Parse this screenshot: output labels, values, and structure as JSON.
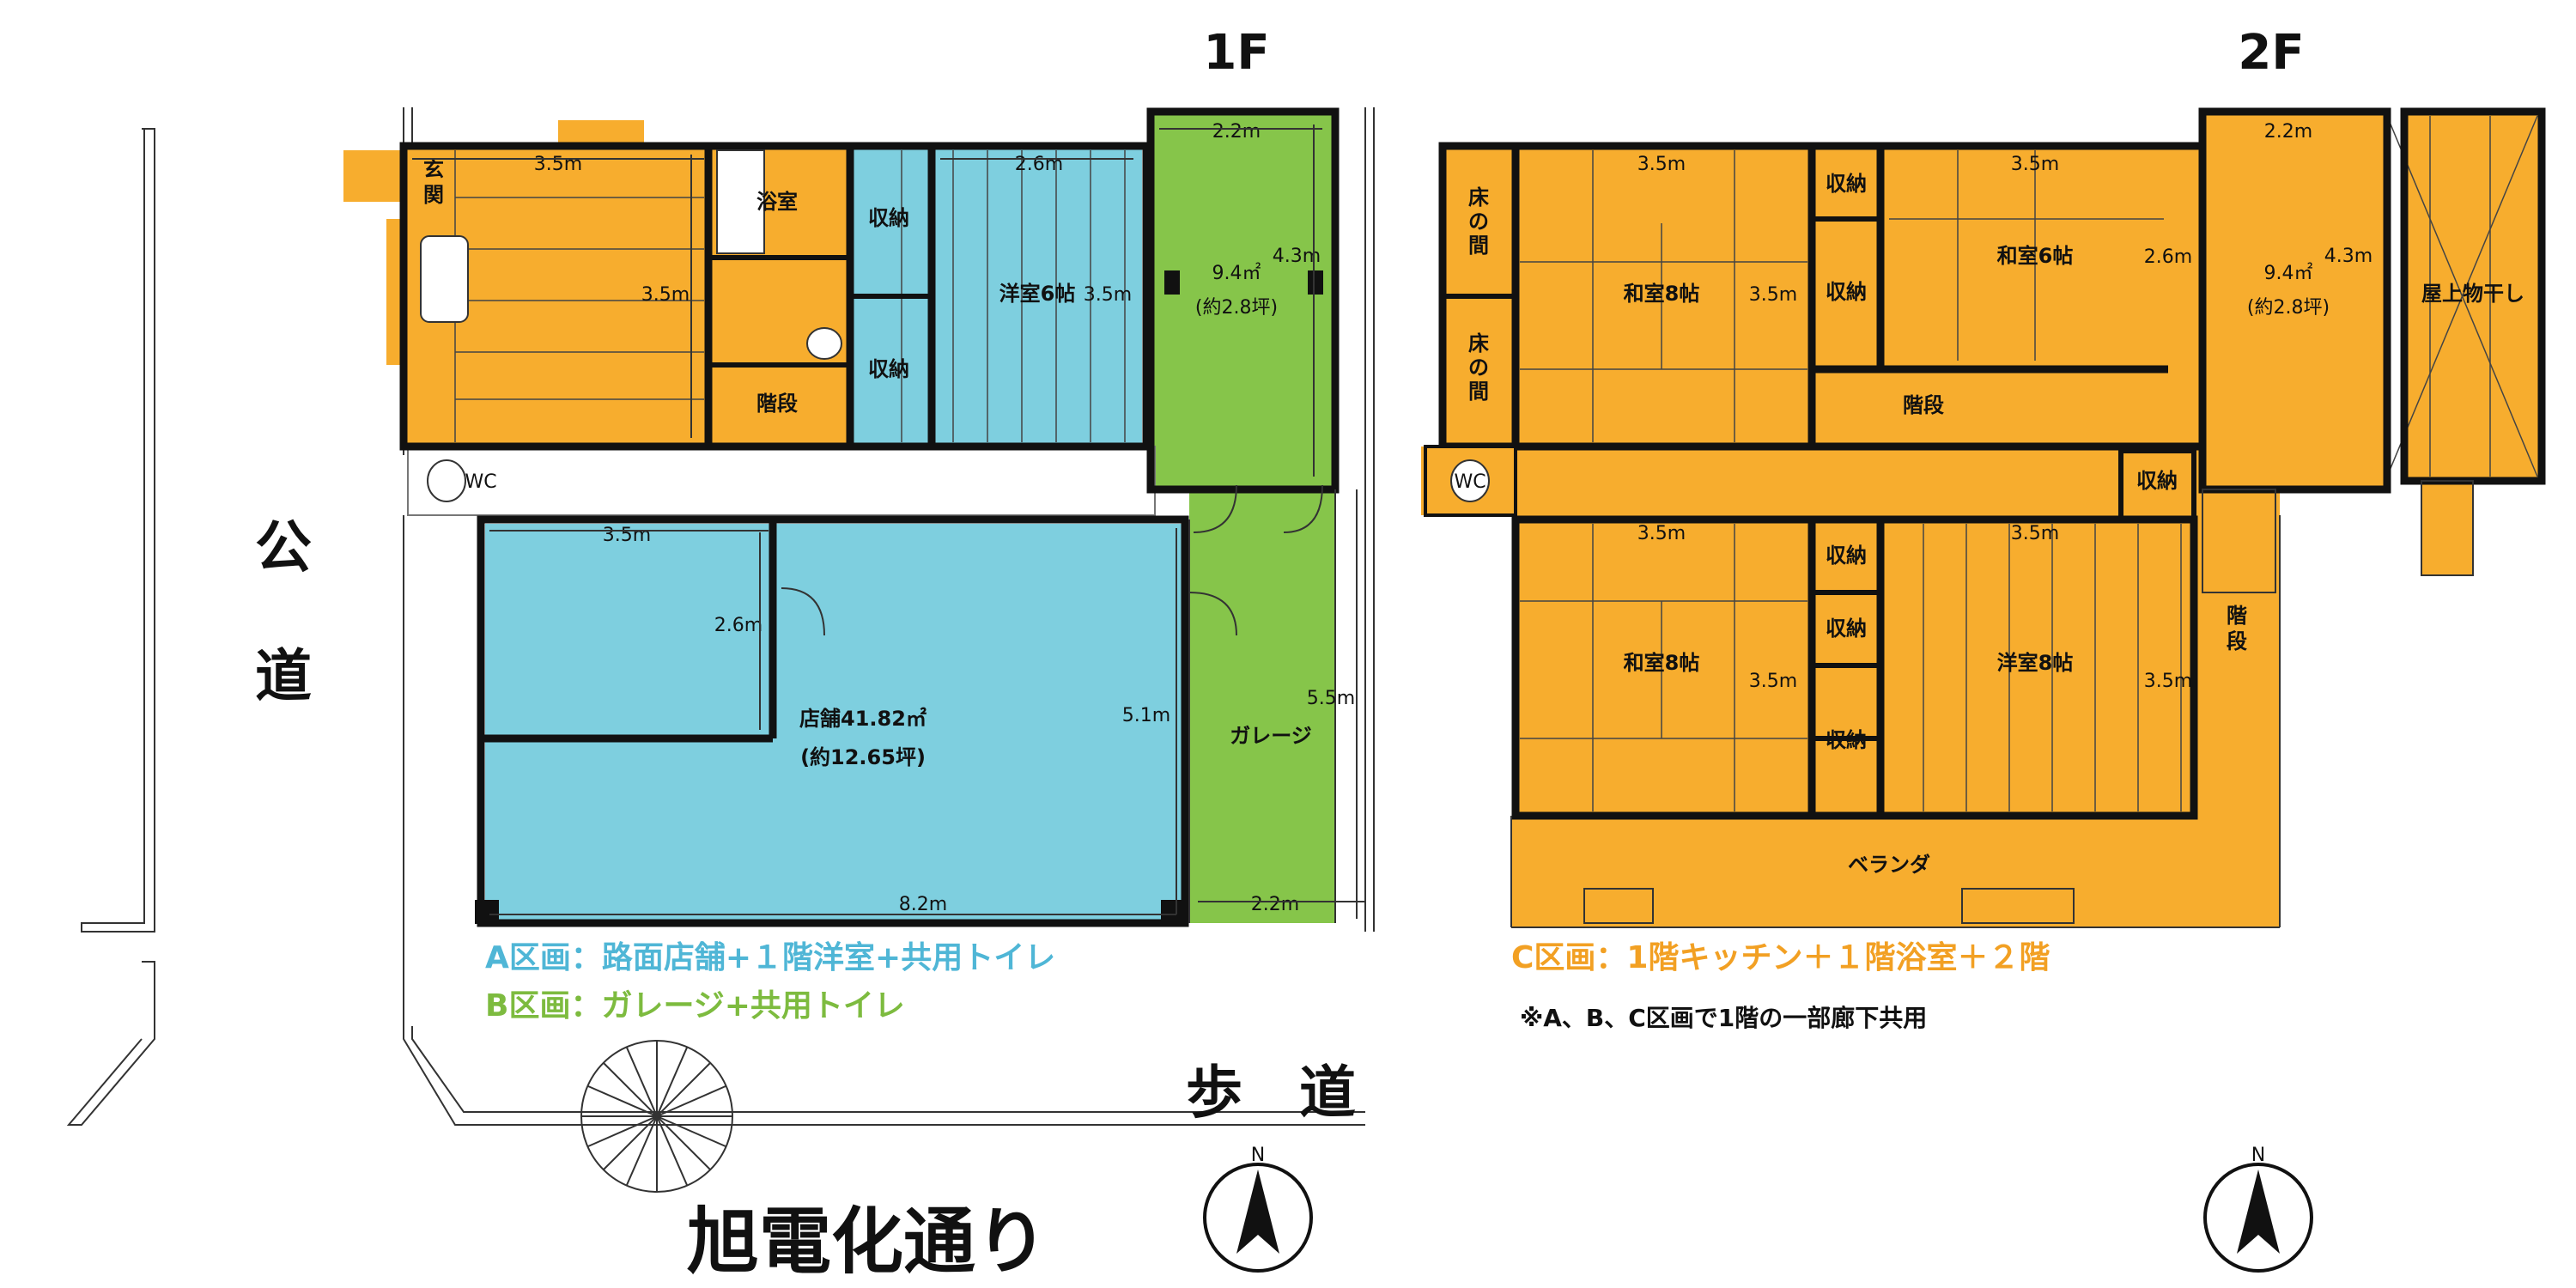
{
  "floors": {
    "first": "1F",
    "second": "2F"
  },
  "colors": {
    "blue": "#7ecfdf",
    "green": "#86c54a",
    "orange": "#f7ad2e",
    "text_blue": "#4fb6d6",
    "text_green": "#7dbb3f",
    "text_orange": "#f2a023"
  },
  "roads": {
    "public_road": [
      "公",
      "道"
    ],
    "sidewalk": "歩　道",
    "street": "旭電化通り"
  },
  "first_floor": {
    "entrance": [
      "玄",
      "関"
    ],
    "bath": "浴室",
    "storage_a": "収納",
    "storage_b": "収納",
    "stairs": "階段",
    "western_room": "洋室6帖",
    "wc": "WC",
    "tile_room": {
      "area": "9.4㎡",
      "tsubo": "(約2.8坪)"
    },
    "shop": {
      "name": "店舗41.82㎡",
      "tsubo": "(約12.65坪)"
    },
    "garage": "ガレージ",
    "dims": {
      "kitchen_w": "3.5m",
      "kitchen_h": "3.5m",
      "western_w": "2.6m",
      "western_h": "3.5m",
      "tile_w": "2.2m",
      "tile_h": "4.3m",
      "shop_sub_w": "3.5m",
      "shop_sub_h": "2.6m",
      "shop_h": "5.1m",
      "shop_w": "8.2m",
      "garage_h": "5.5m",
      "garage_w": "2.2m"
    }
  },
  "second_floor": {
    "alcove_1": [
      "床",
      "の",
      "間"
    ],
    "alcove_2": [
      "床",
      "の",
      "間"
    ],
    "japanese_8a": "和室8帖",
    "japanese_6": "和室6帖",
    "japanese_8b": "和室8帖",
    "western_8": "洋室8帖",
    "storage": [
      "収納",
      "収納",
      "収納",
      "収納",
      "収納",
      "収納"
    ],
    "stairs": "階段",
    "stairs_ext": [
      "階",
      "段"
    ],
    "wc": "WC",
    "tile_room": {
      "area": "9.4㎡",
      "tsubo": "(約2.8坪)"
    },
    "veranda": "ベランダ",
    "drying": "屋上物干し",
    "dims": {
      "j8a_w": "3.5m",
      "j8a_h": "3.5m",
      "j6_w": "3.5m",
      "j6_h": "2.6m",
      "tile_w": "2.2m",
      "tile_h": "4.3m",
      "j8b_w": "3.5m",
      "j8b_h": "3.5m",
      "w8_w": "3.5m",
      "w8_h": "3.5m"
    }
  },
  "legend": {
    "a": "A区画：路面店舗+１階洋室+共用トイレ",
    "b": "B区画：ガレージ+共用トイレ",
    "c": "C区画：1階キッチン＋１階浴室＋２階",
    "note": "※A、B、C区画で1階の一部廊下共用"
  },
  "compass": {
    "north": "N"
  }
}
